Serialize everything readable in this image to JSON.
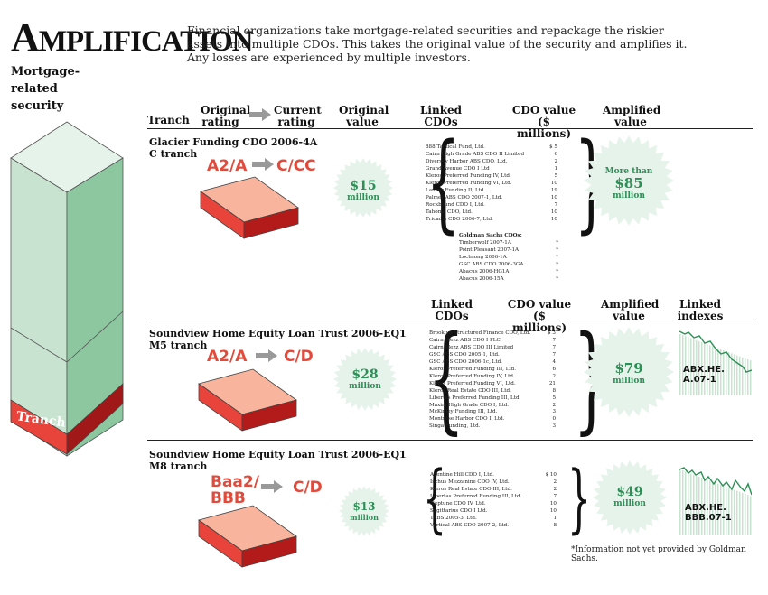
{
  "title": {
    "first": "A",
    "rest": "MPLIFICATION"
  },
  "intro": "Financial organizations take mortgage-related securities and repackage the riskier assets into multiple CDOs. This takes the original value of the security and amplifies it. Any losses are experienced by multiple investors.",
  "section_label": "Mortgage-related security",
  "tranche_tag": "Tranch",
  "headers_top": {
    "tranch": "Tranch",
    "original_rating": "Original rating",
    "current_rating": "Current rating",
    "original_value": "Original value",
    "linked_cdos": "Linked CDOs",
    "cdo_value": "CDO value ($ millions)",
    "amplified_value": "Amplified value"
  },
  "headers_mid": {
    "linked_cdos": "Linked CDOs",
    "cdo_value": "CDO value ($ millions)",
    "amplified_value": "Amplified value",
    "linked_indexes": "Linked indexes"
  },
  "tranches": [
    {
      "name": "Glacier Funding CDO 2006-4A",
      "sub": "C tranch",
      "orig_rating": "A2/A",
      "curr_rating": "C/CC",
      "orig_value": "$15",
      "orig_unit": "million",
      "amp_prefix": "More than",
      "amp_value": "$85",
      "amp_unit": "million",
      "cdos": [
        {
          "name": "888 Tactical Fund, Ltd.",
          "value": "$ 5"
        },
        {
          "name": "Cairn High Grade ABS CDO II Limited",
          "value": "6"
        },
        {
          "name": "Diversey Harbor ABS CDO, Ltd.",
          "value": "2"
        },
        {
          "name": "Grand Avenue CDO I Ltd",
          "value": "1"
        },
        {
          "name": "Kleros Preferred Funding IV, Ltd.",
          "value": "5"
        },
        {
          "name": "Kleros Preferred Funding VI, Ltd.",
          "value": "10"
        },
        {
          "name": "Lancer Funding II, Ltd.",
          "value": "19"
        },
        {
          "name": "Palmer ABS CDO 2007-1, Ltd.",
          "value": "10"
        },
        {
          "name": "Rockbound CDO I, Ltd.",
          "value": "7"
        },
        {
          "name": "Tahoma CDO, Ltd.",
          "value": "10"
        },
        {
          "name": "Tricadia CDO 2006-7, Ltd.",
          "value": "10"
        }
      ],
      "gs_title": "Goldman Sachs CDOs:",
      "gs_cdos": [
        {
          "name": "Timberwolf 2007-1A",
          "value": "*"
        },
        {
          "name": "Point Pleasant 2007-1A",
          "value": "*"
        },
        {
          "name": "Lochsong 2006-1A",
          "value": "*"
        },
        {
          "name": "GSC ABS CDO 2006-3GA",
          "value": "*"
        },
        {
          "name": "Abacus 2006-HG1A",
          "value": "*"
        },
        {
          "name": "Abacus 2006-15A",
          "value": "*"
        }
      ]
    },
    {
      "name": "Soundview Home Equity Loan Trust 2006-EQ1",
      "sub": "M5 tranch",
      "orig_rating": "A2/A",
      "curr_rating": "C/D",
      "orig_value": "$28",
      "orig_unit": "million",
      "amp_value": "$79",
      "amp_unit": "million",
      "index_label": "ABX.HE. A.07-1",
      "cdos": [
        {
          "name": "Brooklyn Structured Finance CDO, Ltd.",
          "value": "$ 3"
        },
        {
          "name": "Cairn Mezz ABS CDO I PLC",
          "value": "7"
        },
        {
          "name": "Cairn Mezz ABS CDO III Limited",
          "value": "7"
        },
        {
          "name": "GSC ABS CDO 2005-1, Ltd.",
          "value": "7"
        },
        {
          "name": "GSC ABS CDO 2006-1c, Ltd.",
          "value": "4"
        },
        {
          "name": "Kleros Preferred Funding III, Ltd.",
          "value": "6"
        },
        {
          "name": "Kleros Preferred Funding IV, Ltd.",
          "value": "2"
        },
        {
          "name": "Kleros Preferred Funding VI, Ltd.",
          "value": "21"
        },
        {
          "name": "Kleros Real Estate CDO III, Ltd.",
          "value": "8"
        },
        {
          "name": "Libertas Preferred Funding III, Ltd.",
          "value": "5"
        },
        {
          "name": "Maxim High Grade CDO I, Ltd.",
          "value": "2"
        },
        {
          "name": "McKinley Funding III, Ltd.",
          "value": "3"
        },
        {
          "name": "Montrose Harbor CDO I, Ltd.",
          "value": "0"
        },
        {
          "name": "Singa Funding, Ltd.",
          "value": "3"
        }
      ]
    },
    {
      "name": "Soundview Home Equity Loan Trust 2006-EQ1",
      "sub": "M8 tranch",
      "orig_rating": "Baa2/ BBB",
      "curr_rating": "C/D",
      "orig_value": "$13",
      "orig_unit": "million",
      "amp_value": "$49",
      "amp_unit": "million",
      "index_label": "ABX.HE. BBB.07-1",
      "cdos": [
        {
          "name": "Aventine Hill CDO I, Ltd.",
          "value": "$ 10"
        },
        {
          "name": "Ischus Mezzanine CDO IV, Ltd.",
          "value": "2"
        },
        {
          "name": "Kleros Real Estate CDO III, Ltd.",
          "value": "2"
        },
        {
          "name": "Libertas Preferred Funding III, Ltd.",
          "value": "7"
        },
        {
          "name": "Neptune CDO IV, Ltd.",
          "value": "10"
        },
        {
          "name": "Sagittarius CDO I Ltd.",
          "value": "10"
        },
        {
          "name": "TABS 2005-3, Ltd.",
          "value": "1"
        },
        {
          "name": "Vertical ABS CDO 2007-2, Ltd.",
          "value": "8"
        }
      ]
    }
  ],
  "footnote": "*Information not yet provided by Goldman Sachs.",
  "colors": {
    "green": "#2c8f55",
    "red": "#e24b3c",
    "light_green": "#e6f3ea",
    "box_front": "#c8e3cf",
    "box_side": "#8cc7a0",
    "square_top": "#f8b49c",
    "square_side": "#d42020"
  }
}
